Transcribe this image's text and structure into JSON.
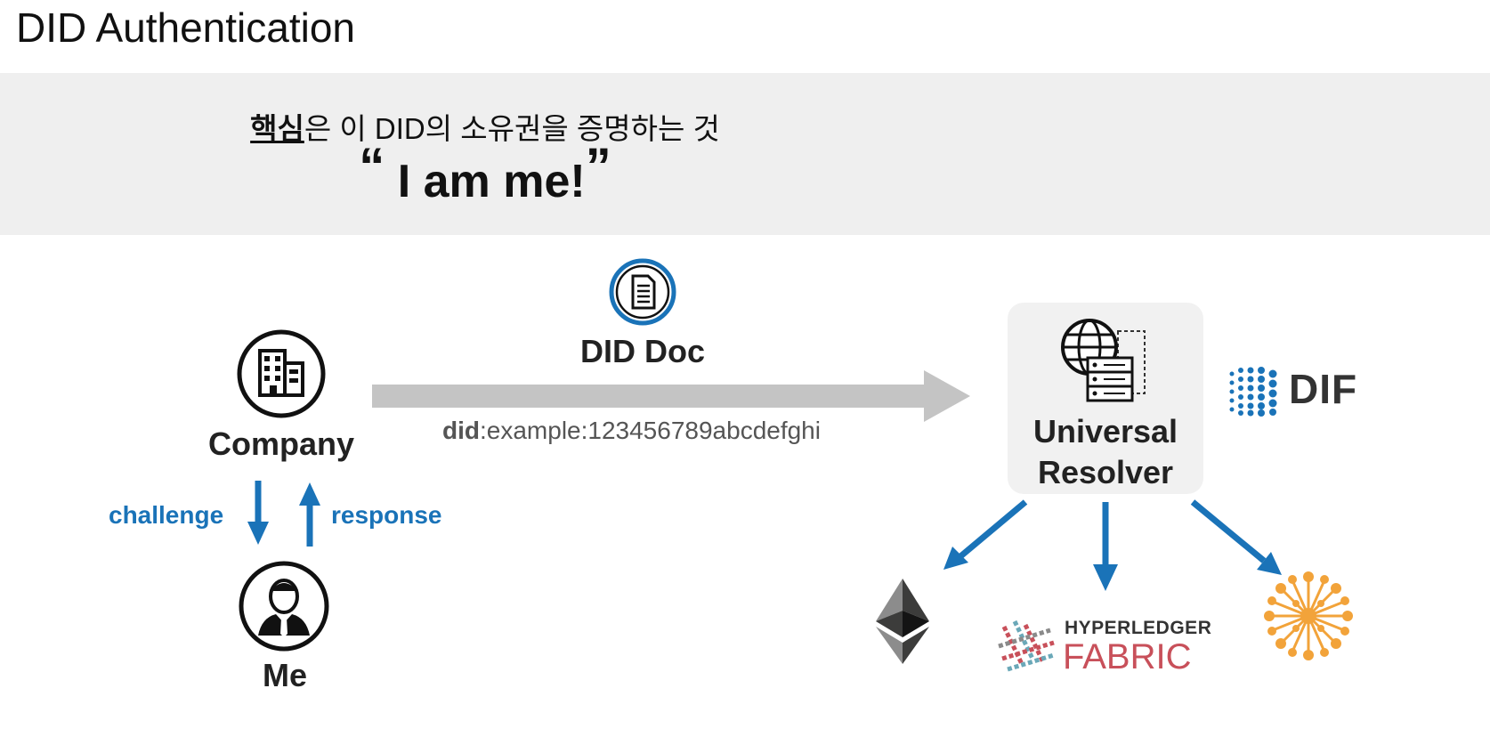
{
  "title": "DID Authentication",
  "banner": {
    "headline_em": "핵심",
    "headline_rest": "은 이 DID의 소유권을 증명하는 것",
    "quote_open": "“",
    "quote_text": " I am me!",
    "quote_close": "”"
  },
  "nodes": {
    "company": {
      "label": "Company",
      "icon": "office-building-icon"
    },
    "me": {
      "label": "Me",
      "icon": "person-avatar-icon"
    },
    "did_doc": {
      "label": "DID Doc",
      "icon": "document-icon"
    },
    "resolver": {
      "line1": "Universal",
      "line2": "Resolver",
      "icon": "globe-server-icon"
    }
  },
  "flows": {
    "challenge": "challenge",
    "response": "response",
    "did_prefix": "did",
    "did_rest": ":example:123456789abcdefghi"
  },
  "logos": {
    "dif": "DIF",
    "hyperledger_top": "HYPERLEDGER",
    "hyperledger_bottom": "FABRIC",
    "ethereum": "ethereum-logo-icon",
    "sovrin": "sovrin-network-icon"
  },
  "colors": {
    "accent_blue": "#1a73b8",
    "gray_arrow": "#c4c4c4",
    "sovrin_orange": "#f2a33a",
    "fabric_red": "#c8505a"
  }
}
